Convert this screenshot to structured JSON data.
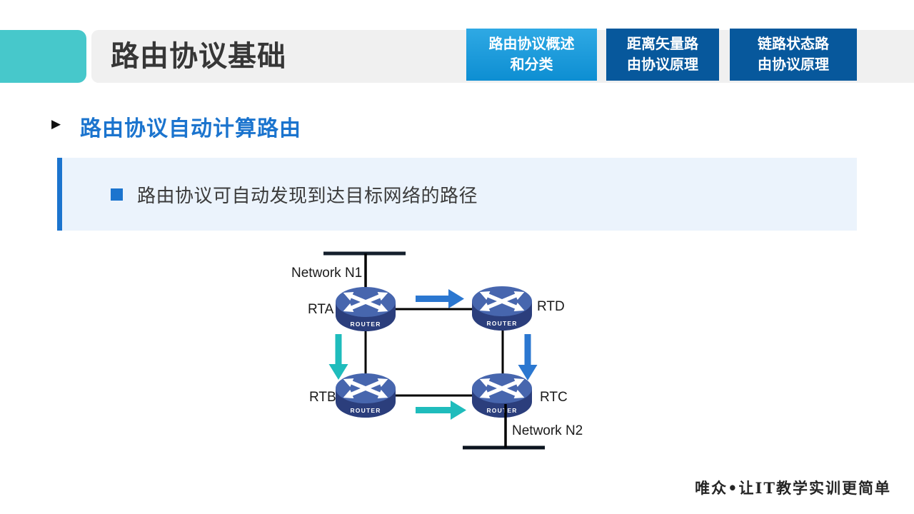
{
  "slide": {
    "title": "路由协议基础"
  },
  "tabs": [
    {
      "line1": "路由协议概述",
      "line2": "和分类",
      "active": true
    },
    {
      "line1": "距离矢量路",
      "line2": "由协议原理",
      "active": false
    },
    {
      "line1": "链路状态路",
      "line2": "由协议原理",
      "active": false
    }
  ],
  "section": {
    "marker": "▶",
    "title": "路由协议自动计算路由"
  },
  "callout": {
    "bullet_icon": "square-bullet",
    "text": "路由协议可自动发现到达目标网络的路径"
  },
  "diagram": {
    "network_n1_label": "Network N1",
    "network_n2_label": "Network N2",
    "router_badge": "ROUTER",
    "routers": {
      "rta": "RTA",
      "rtb": "RTB",
      "rtc": "RTC",
      "rtd": "RTD"
    },
    "flow_arrows": [
      {
        "from": "RTA",
        "to": "RTD",
        "color": "#2b77d0"
      },
      {
        "from": "RTA",
        "to": "RTB",
        "color": "#1fbcbc"
      },
      {
        "from": "RTD",
        "to": "RTC",
        "color": "#2b77d0"
      },
      {
        "from": "RTB",
        "to": "RTC",
        "color": "#1fbcbc"
      }
    ]
  },
  "watermark": "唯众•让IT教学实训更简单",
  "colors": {
    "accent_teal": "#47c8cb",
    "header_gray": "#f0f0f0",
    "tab_active_blue": "#189ad8",
    "tab_inactive_blue": "#07589c",
    "section_blue": "#1b74ce",
    "callout_bg": "#ebf3fc",
    "arrow_blue": "#2b77d0",
    "arrow_teal": "#1fbcbc",
    "router_top": "#4766ae",
    "router_rim": "#2b3e7c"
  }
}
